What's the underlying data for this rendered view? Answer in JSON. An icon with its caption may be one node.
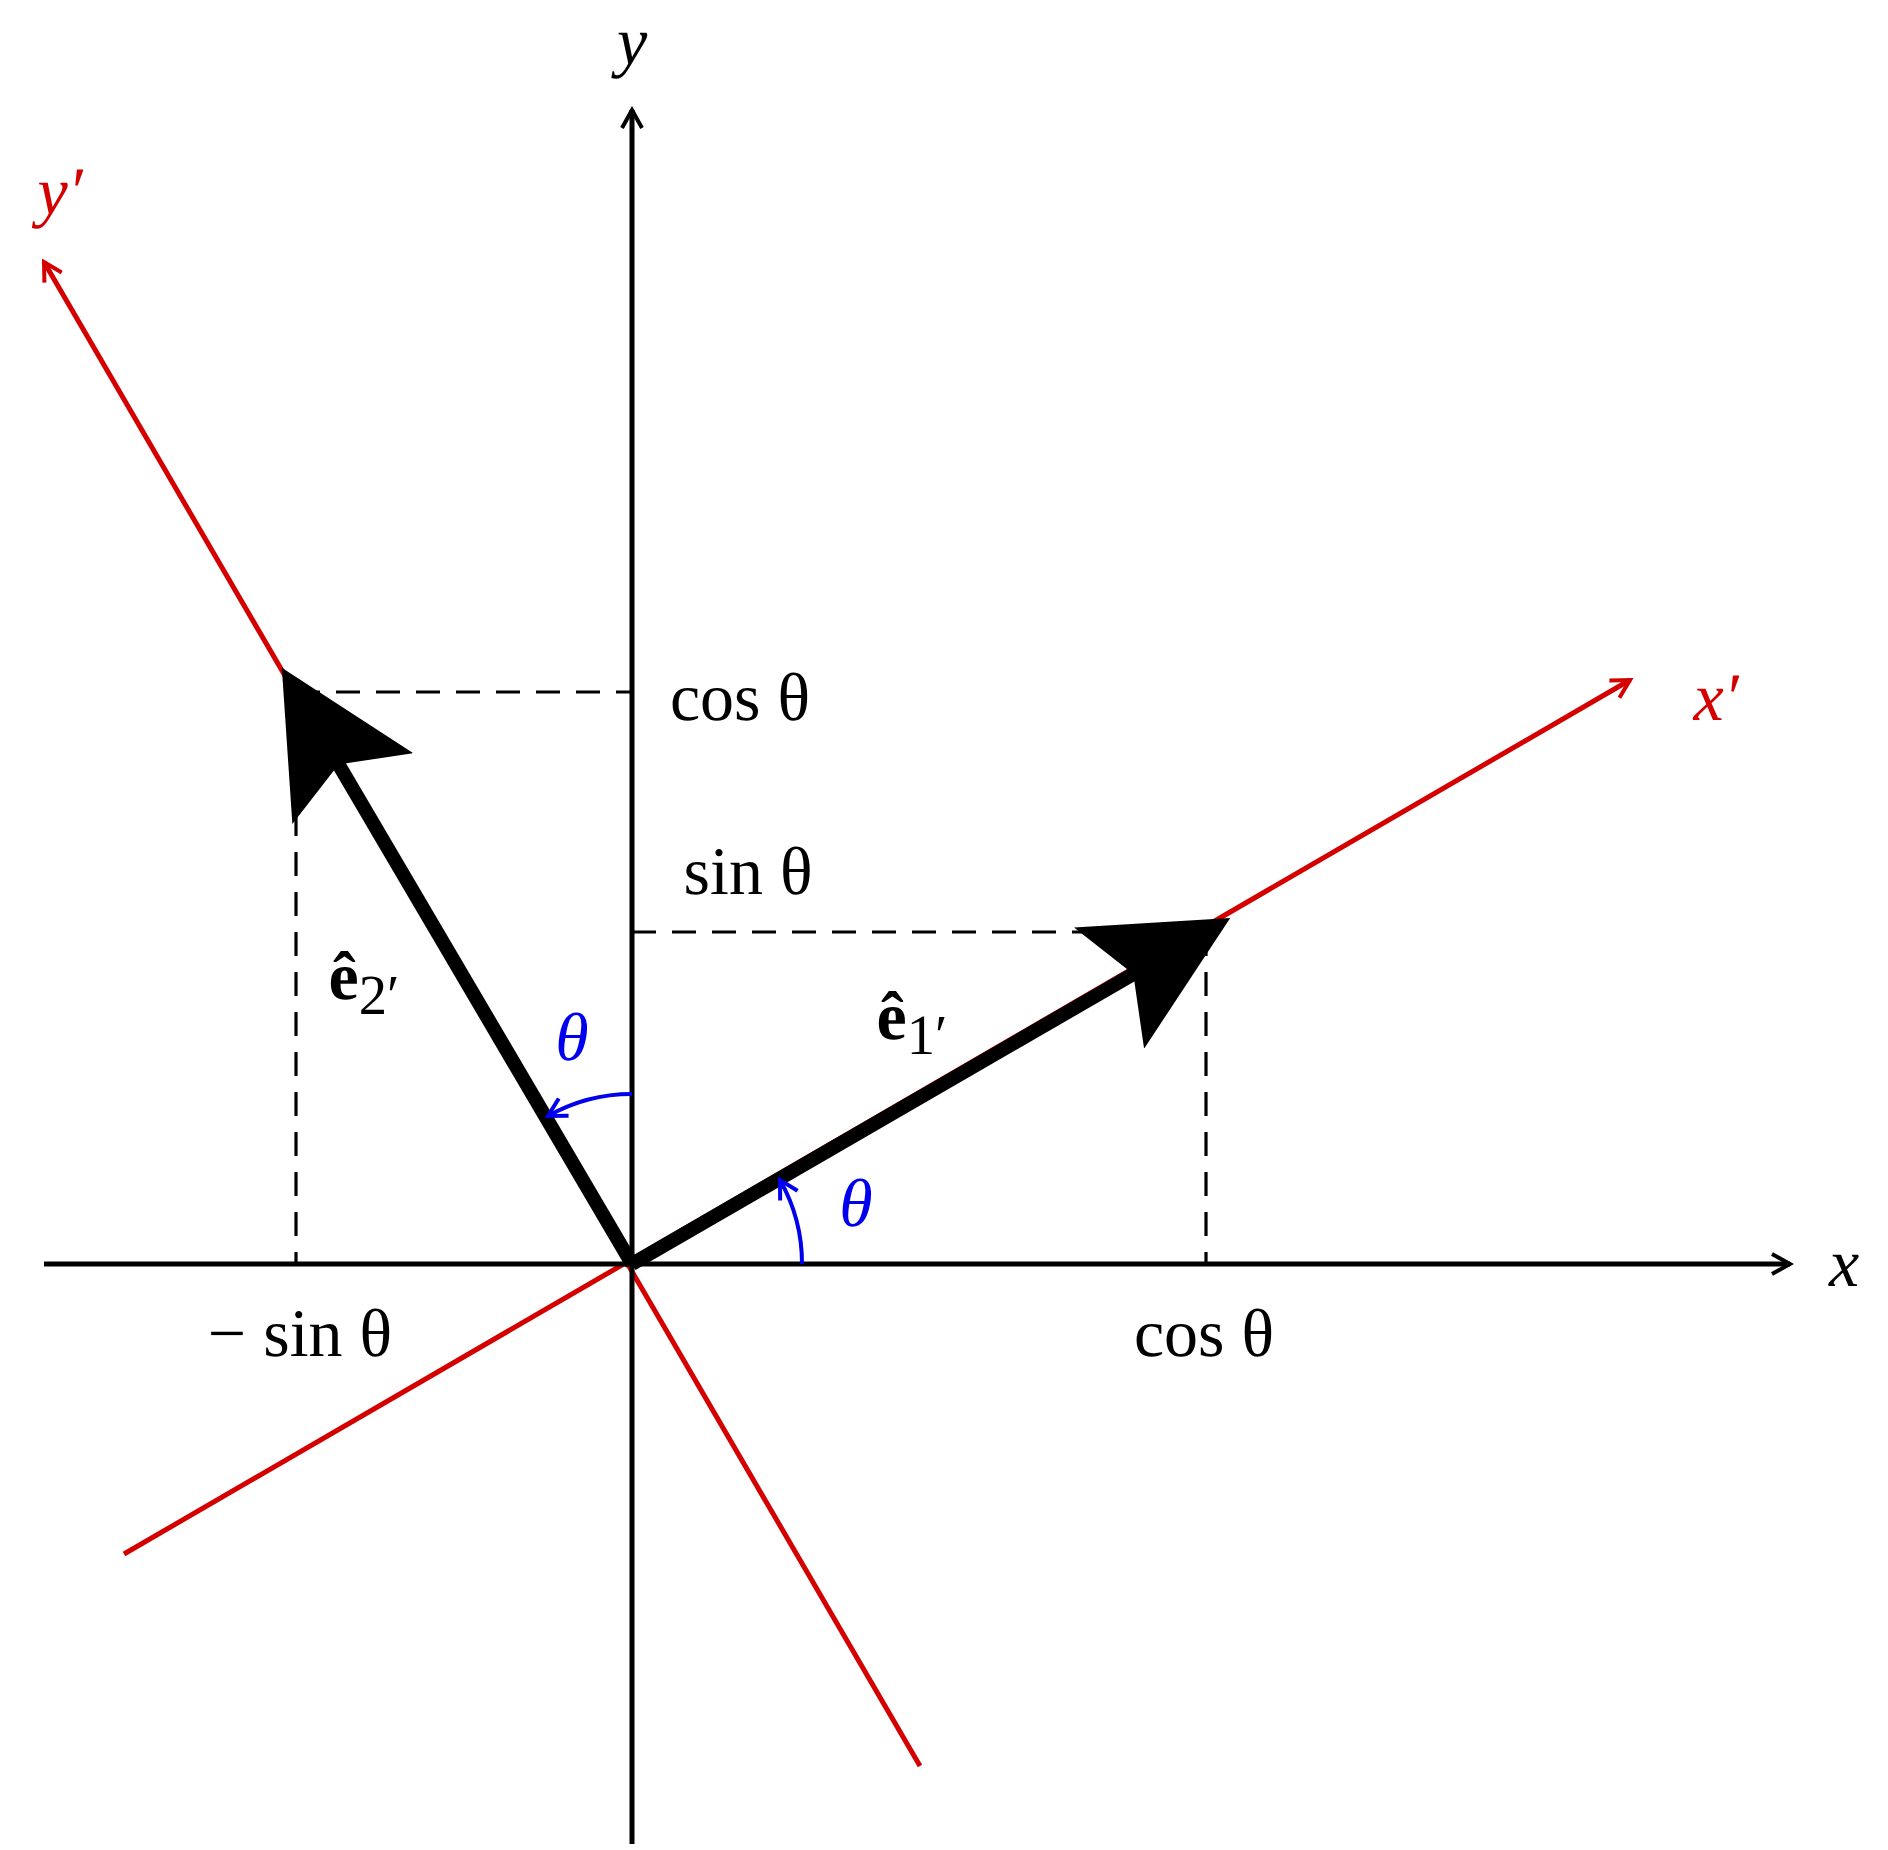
{
  "diagram": {
    "labels": [
      "y",
      "y′",
      "cos θ",
      "x′",
      "sin θ",
      "**ê**$_{2′}$",
      "θ",
      "**ê**$_{1′}$",
      "θ",
      "x",
      "− sin θ",
      "cos θ"
    ]
  }
}
